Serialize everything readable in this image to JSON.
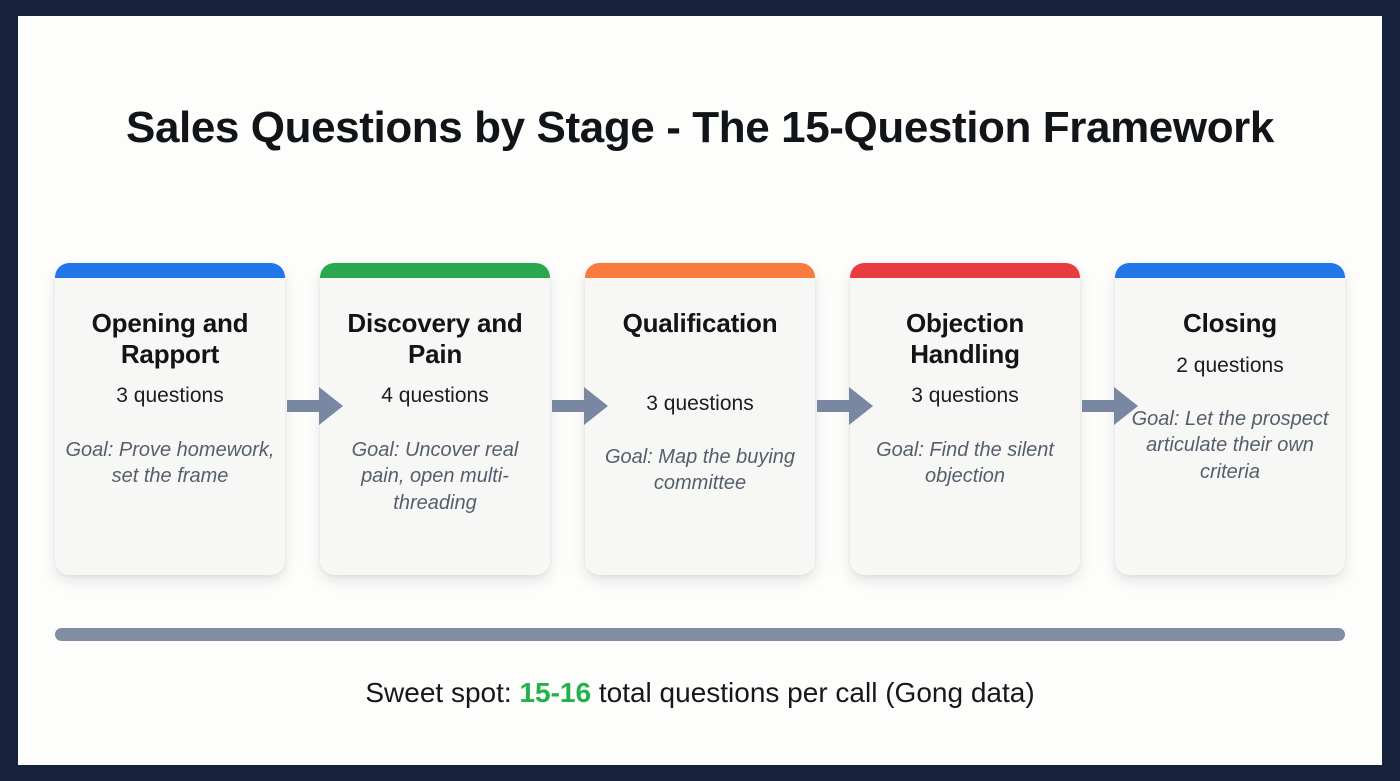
{
  "slide": {
    "title": "Sales Questions by Stage - The 15-Question Framework",
    "border_color": "#16223c",
    "background_color": "#fdfdfc",
    "divider_color": "#808da3",
    "arrow_color": "#7987a3"
  },
  "stages": [
    {
      "name": "Opening and Rapport",
      "count": "3 questions",
      "goal": "Goal: Prove homework, set the frame",
      "accent_color": "#2176e8"
    },
    {
      "name": "Discovery and Pain",
      "count": "4 questions",
      "goal": "Goal: Uncover real pain, open multi-threading",
      "accent_color": "#2aa84f"
    },
    {
      "name": "Qualification",
      "count": "3 questions",
      "goal": "Goal: Map the buying committee",
      "accent_color": "#f97b3d"
    },
    {
      "name": "Objection Handling",
      "count": "3 questions",
      "goal": "Goal: Find the silent objection",
      "accent_color": "#ea3b43"
    },
    {
      "name": "Closing",
      "count": "2 questions",
      "goal": "Goal: Let the prospect articulate their own criteria",
      "accent_color": "#2176e8"
    }
  ],
  "connectors": [
    {
      "name": "arrow-stage-1-to-2",
      "icon": "arrow-right-icon"
    },
    {
      "name": "arrow-stage-2-to-3",
      "icon": "arrow-right-icon"
    },
    {
      "name": "arrow-stage-3-to-4",
      "icon": "arrow-right-icon"
    },
    {
      "name": "arrow-stage-4-to-5",
      "icon": "arrow-right-icon"
    }
  ],
  "footer": {
    "prefix": "Sweet spot: ",
    "highlight": "15-16",
    "suffix": " total questions per call (Gong data)",
    "highlight_color": "#22b24c"
  }
}
